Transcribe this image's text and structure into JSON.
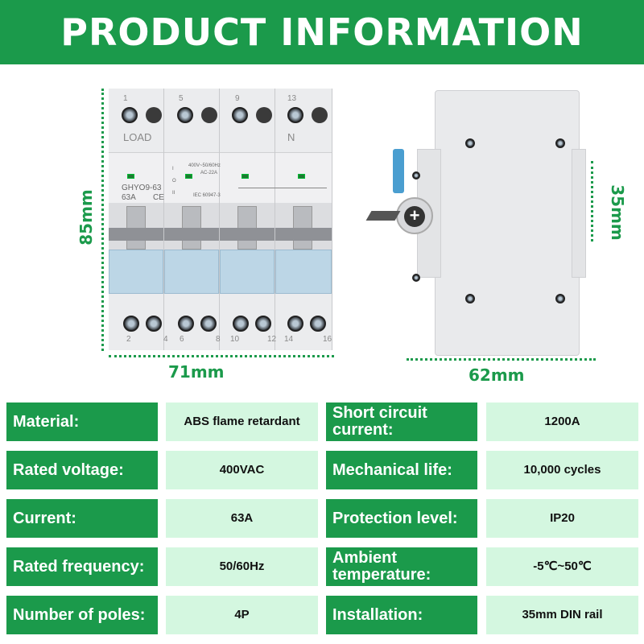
{
  "header": {
    "title": "PRODUCT INFORMATION"
  },
  "colors": {
    "brand_green": "#1b9a4b",
    "value_bg": "#d4f7e0"
  },
  "front_view": {
    "top_numbers": [
      "1",
      "5",
      "9",
      "13"
    ],
    "load_label": "LOAD",
    "neutral_label": "N",
    "model": "GHYO9-63",
    "rating": "63A",
    "ce_mark": "CE",
    "voltage_spec": "400V~50/60Hz",
    "category": "AC-22A",
    "standard": "IEC 60947-3",
    "positions": [
      "I",
      "O",
      "II"
    ],
    "bottom_numbers": [
      "2",
      "4",
      "6",
      "8",
      "10",
      "12",
      "14",
      "16"
    ],
    "height_dim": "85mm",
    "width_dim": "71mm"
  },
  "side_view": {
    "depth_dim": "62mm",
    "rail_dim": "35mm"
  },
  "specs": [
    {
      "label": "Material:",
      "value": "ABS flame retardant",
      "label2": "Short circuit current:",
      "value2": "1200A"
    },
    {
      "label": "Rated voltage:",
      "value": "400VAC",
      "label2": "Mechanical life:",
      "value2": "10,000 cycles"
    },
    {
      "label": "Current:",
      "value": "63A",
      "label2": "Protection level:",
      "value2": "IP20"
    },
    {
      "label": "Rated frequency:",
      "value": "50/60Hz",
      "label2": "Ambient temperature:",
      "value2": "-5℃~50℃"
    },
    {
      "label": "Number of poles:",
      "value": "4P",
      "label2": "Installation:",
      "value2": "35mm DIN rail"
    }
  ]
}
